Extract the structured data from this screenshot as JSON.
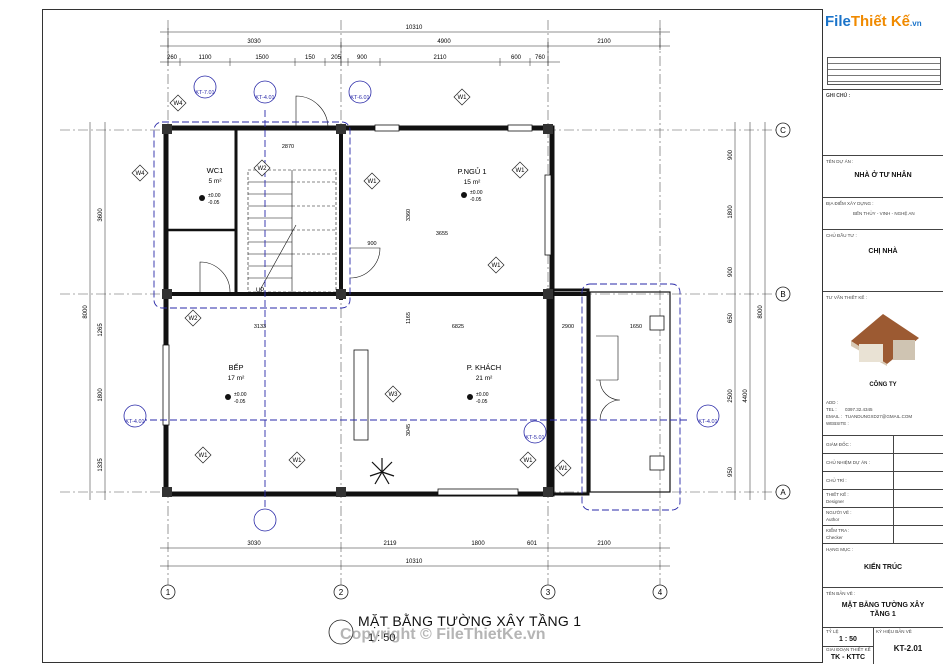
{
  "plan": {
    "title": "MẶT BẰNG TƯỜNG XÂY TẦNG 1",
    "scale": "1 : 50",
    "scale_short": "1 : 50",
    "watermark": "Copyright © FileThietKe.vn",
    "grid_x": [
      "1",
      "2",
      "3",
      "4"
    ],
    "grid_y": [
      "A",
      "B",
      "C"
    ],
    "top_dims_overall": "10310",
    "top_dims": [
      "3030",
      "4900",
      "2100"
    ],
    "top_dims_detail": [
      "260",
      "1100",
      "1500",
      "150",
      "205",
      "900",
      "2110",
      "600",
      "760"
    ],
    "bottom_dims": [
      "3030",
      "2119",
      "1800",
      "601",
      "2100"
    ],
    "bottom_overall": "10310",
    "left_dims": [
      "3600",
      "1265",
      "1800",
      "1335"
    ],
    "left_overall": "8000",
    "right_dims": [
      "900",
      "1800",
      "900",
      "650",
      "2500",
      "950"
    ],
    "right_overall": [
      "8000",
      "4400"
    ],
    "rooms": [
      {
        "name": "WC1",
        "area": "5 m²"
      },
      {
        "name": "P.NGỦ 1",
        "area": "15 m²"
      },
      {
        "name": "BẾP",
        "area": "17 m²"
      },
      {
        "name": "P. KHÁCH",
        "area": "21 m²"
      }
    ],
    "level_mark": "±0.00",
    "level_mark2": "-0.05",
    "tags": [
      "W1",
      "W2",
      "W3",
      "W4",
      "W1",
      "W1",
      "W1",
      "W1",
      "W1",
      "W1"
    ],
    "section_refs": [
      "KT-7.01",
      "KT-4.01",
      "KT-6.01",
      "KT-4.01",
      "KT-4.01",
      "KT-5.01"
    ],
    "up_label": "UP",
    "inner_dims": [
      "2870",
      "3655",
      "6825",
      "2900",
      "1650",
      "3360",
      "3045",
      "1165",
      "900",
      "3133"
    ]
  },
  "titleblock": {
    "logo_left": "File",
    "logo_right": "Thiết Kế",
    "logo_suffix": ".vn",
    "notes_label": "GHI CHÚ :",
    "project_label": "TÊN DỰ ÁN :",
    "project_name": "NHÀ Ở TƯ NHÂN",
    "location_label": "ĐỊA ĐIỂM XÂY DỰNG :",
    "location": "BẾN THỦY - VINH - NGHỆ AN",
    "owner_label": "CHỦ ĐẦU TƯ :",
    "owner": "CHỊ NHÀ",
    "consultant_label": "TƯ VẤN THIẾT KẾ :",
    "company": "CÔNG TY",
    "addr_label": "ADD :",
    "tel_label": "TEL :",
    "tel": "0397.32.4345",
    "email_label": "EMAIL :",
    "email": "TUANDUNGXD27@GMAIL.COM",
    "web_label": "WEBSITE :",
    "director": "GIÁM ĐỐC :",
    "pm": "CHỦ NHIỆM DỰ ÁN :",
    "lead": "CHỦ TRÌ :",
    "designer_label": "THIẾT KẾ :",
    "designer": "Designer",
    "drawn_label": "NGƯỜI VẼ :",
    "drawn": "Author",
    "checked_label": "KIỂM TRA :",
    "checked": "Checker",
    "category_label": "HẠNG MỤC :",
    "category": "KIẾN TRÚC",
    "drawing_label": "TÊN BẢN VẼ :",
    "drawing_name_1": "MẶT BẰNG TƯỜNG XÂY",
    "drawing_name_2": "TẦNG 1",
    "scale_label": "TỶ LỆ",
    "scale": "1 : 50",
    "sheet_label": "KÝ HIỆU BẢN VẼ",
    "phase_label": "GIAI ĐOẠN THIẾT KẾ",
    "phase": "TK - KTTC",
    "sheet_no": "KT-2.01"
  },
  "colors": {
    "wall": "#111111",
    "grid": "#333333",
    "dim": "#222222",
    "ref": "#2a2aa8",
    "accent": "#1a73c9"
  }
}
